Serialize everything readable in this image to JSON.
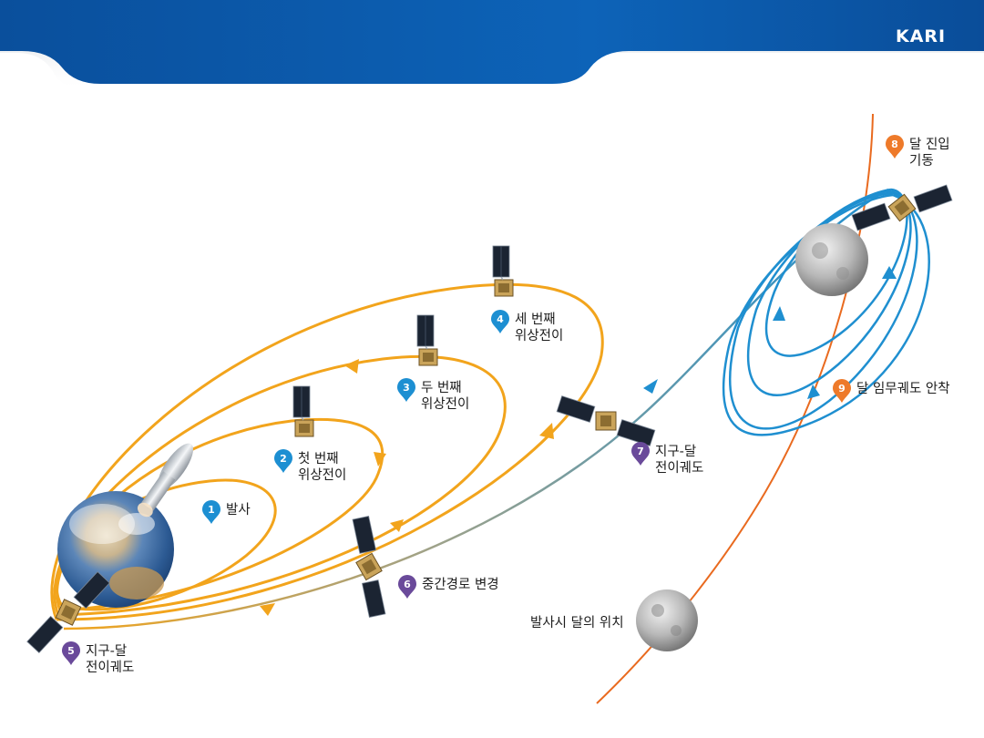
{
  "header": {
    "logo_text": "KARI"
  },
  "colors": {
    "banner": "#0b5fb0",
    "orbit_orange": "#f2a41c",
    "orbit_blue": "#1f8fd0",
    "moon_path": "#e96a1f",
    "marker_blue": "#1d8fd2",
    "marker_purple": "#6a4a9a",
    "marker_orange": "#ee7a2a"
  },
  "steps": [
    {
      "num": "1",
      "lines": [
        "발사"
      ],
      "color": "blue"
    },
    {
      "num": "2",
      "lines": [
        "첫 번째",
        "위상전이"
      ],
      "color": "blue"
    },
    {
      "num": "3",
      "lines": [
        "두 번째",
        "위상전이"
      ],
      "color": "blue"
    },
    {
      "num": "4",
      "lines": [
        "세 번째",
        "위상전이"
      ],
      "color": "blue"
    },
    {
      "num": "5",
      "lines": [
        "지구-달",
        "전이궤도"
      ],
      "color": "purple"
    },
    {
      "num": "6",
      "lines": [
        "중간경로 변경"
      ],
      "color": "purple"
    },
    {
      "num": "7",
      "lines": [
        "지구-달",
        "전이궤도"
      ],
      "color": "purple"
    },
    {
      "num": "8",
      "lines": [
        "달 진입",
        "기동"
      ],
      "color": "orange"
    },
    {
      "num": "9",
      "lines": [
        "달 임무궤도 안착"
      ],
      "color": "orange"
    }
  ],
  "moon_at_launch_label": "발사시 달의 위치"
}
